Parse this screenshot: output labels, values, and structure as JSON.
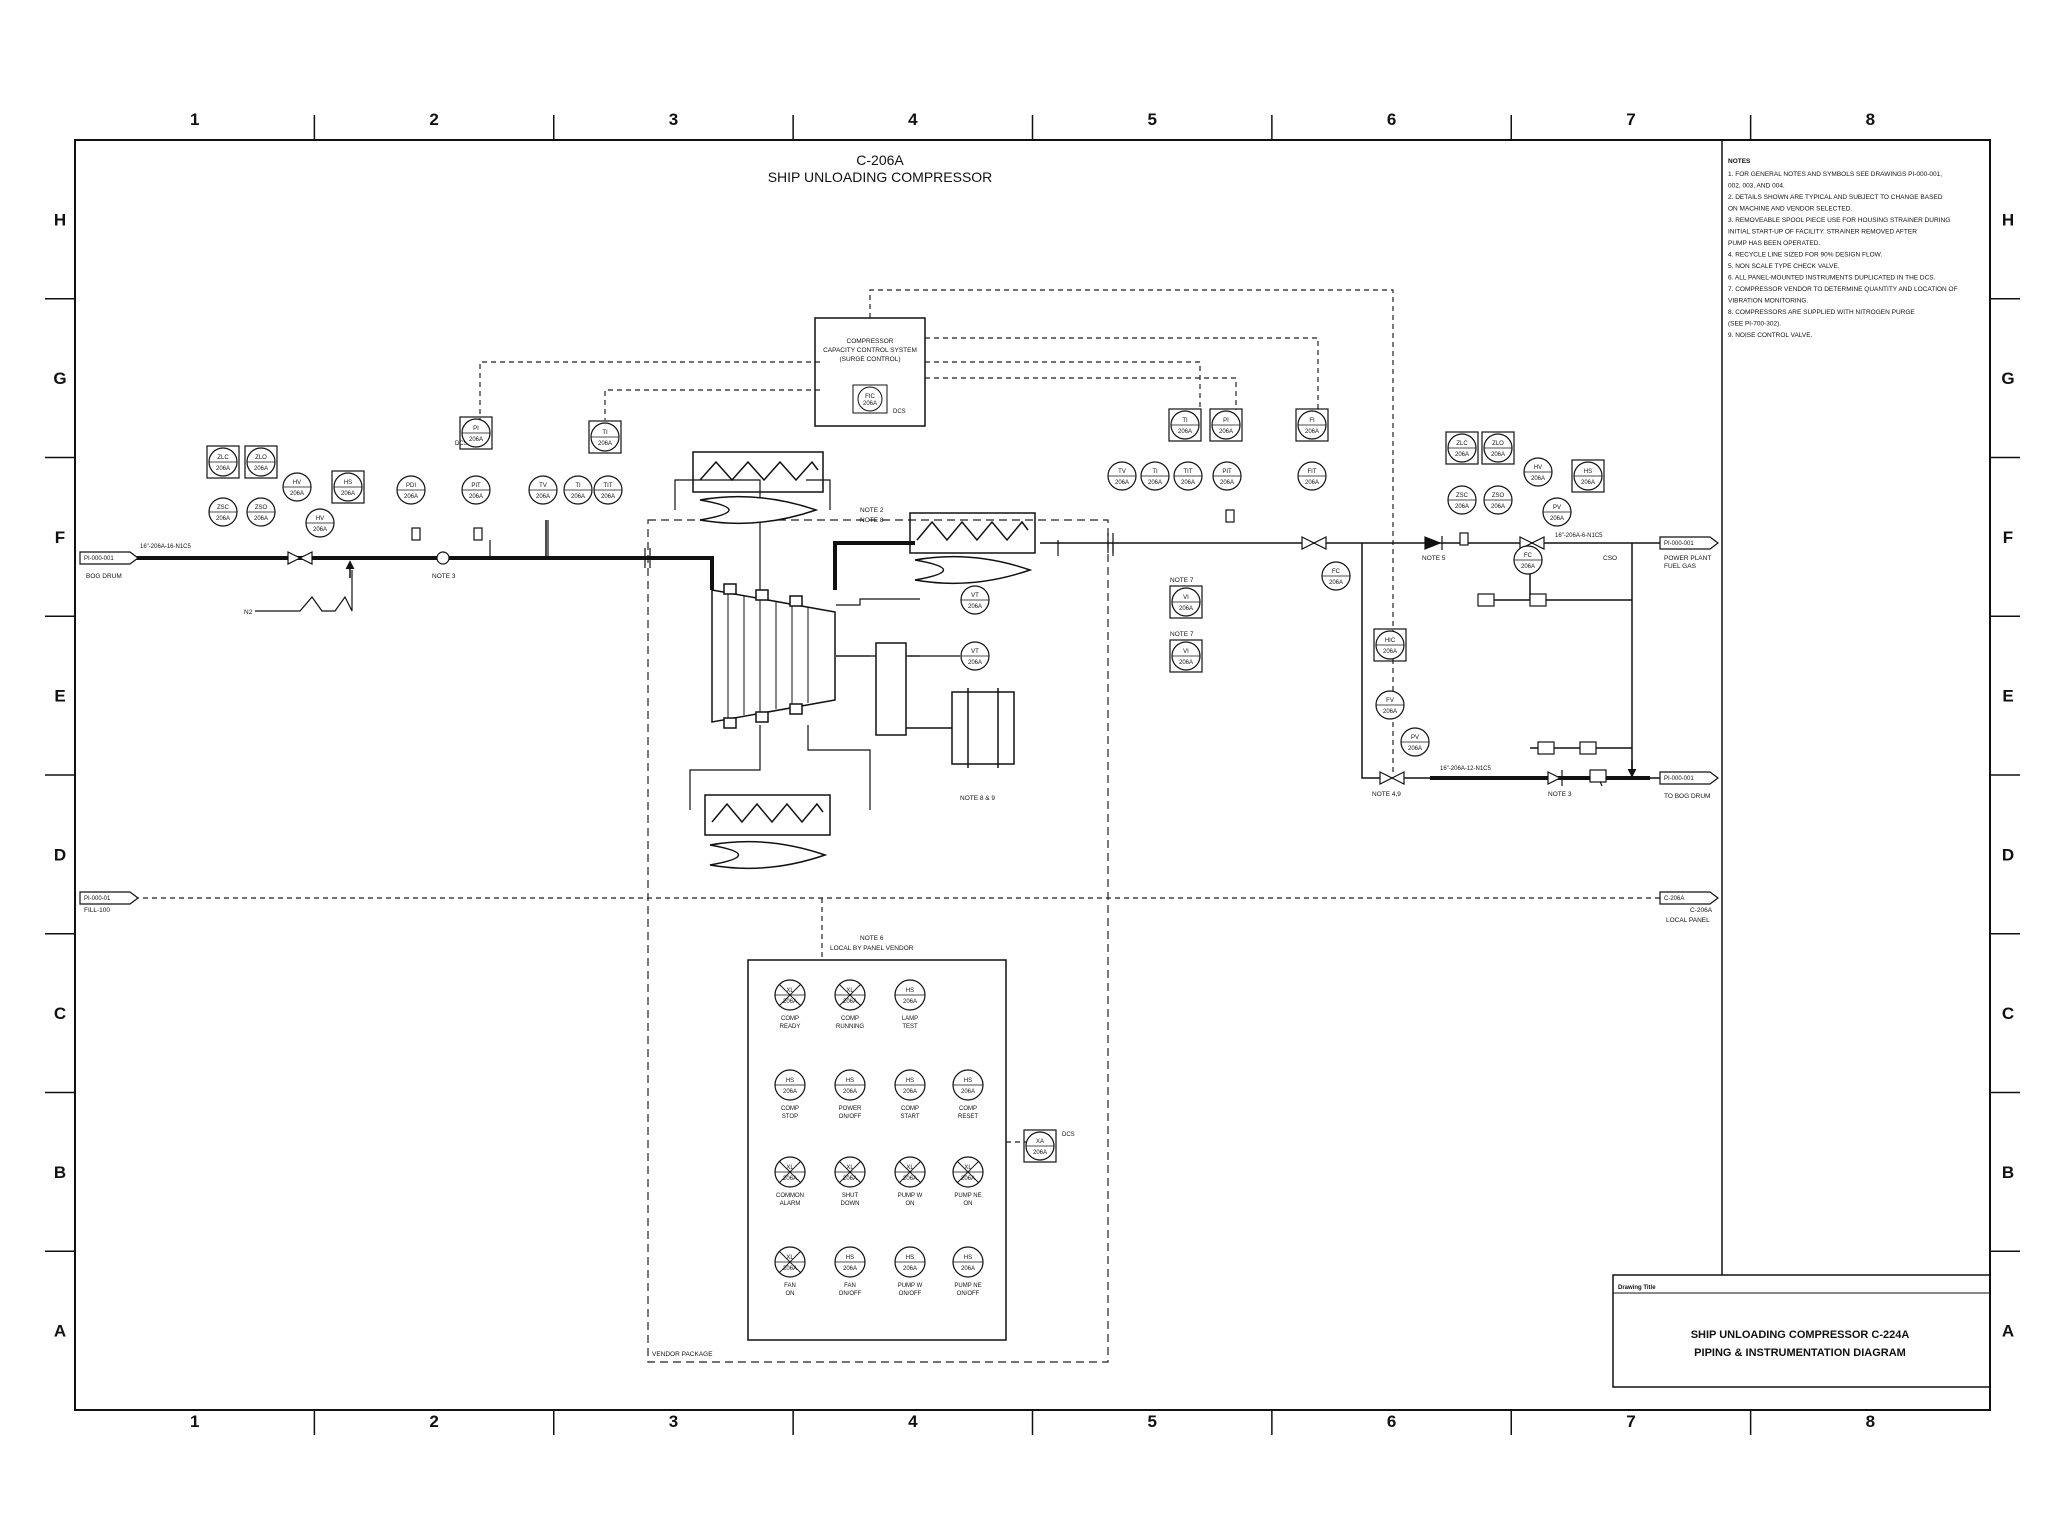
{
  "drawing": {
    "title_line1": "C-206A",
    "title_line2": "SHIP UNLOADING COMPRESSOR"
  },
  "grid": {
    "columns": [
      "1",
      "2",
      "3",
      "4",
      "5",
      "6",
      "7",
      "8"
    ],
    "rows": [
      "H",
      "G",
      "F",
      "E",
      "D",
      "C",
      "B",
      "A"
    ]
  },
  "notes": {
    "header": "NOTES",
    "items": [
      "1. FOR GENERAL NOTES AND SYMBOLS SEE DRAWINGS PI-000-001,",
      "   002, 003, AND 004.",
      "2. DETAILS SHOWN ARE TYPICAL AND SUBJECT TO CHANGE BASED",
      "   ON MACHINE AND VENDOR SELECTED.",
      "3. REMOVEABLE SPOOL PIECE USE FOR HOUSING STRAINER DURING",
      "   INITIAL START-UP OF FACILITY. STRAINER REMOVED AFTER",
      "   PUMP HAS BEEN OPERATED.",
      "4. RECYCLE LINE SIZED FOR 90% DESIGN FLOW.",
      "5. NON SCALE TYPE CHECK VALVE.",
      "6. ALL PANEL-MOUNTED INSTRUMENTS DUPLICATED IN THE DCS.",
      "7. COMPRESSOR VENDOR TO DETERMINE QUANTITY AND LOCATION OF",
      "   VIBRATION MONITORING.",
      "8. COMPRESSORS ARE SUPPLIED WITH NITROGEN PURGE",
      "   (SEE PI-700-302).",
      "9. NOISE CONTROL VALVE."
    ]
  },
  "control_system": {
    "line1": "COMPRESSOR",
    "line2": "CAPACITY CONTROL SYSTEM",
    "line3": "(SURGE CONTROL)",
    "ctrl_tag": "FIC",
    "ctrl_num": "206A",
    "side_label": "DCS"
  },
  "offpage": {
    "bog_in_tag": "PI-000-001",
    "bog_in_label": "BOG DRUM",
    "bog_in_line": "16\"-206A-16-N1C5",
    "fuel_tag": "PI-000-001",
    "fuel_label_1": "POWER PLANT",
    "fuel_label_2": "FUEL GAS",
    "fuel_line": "16\"-206A-6-N1C5",
    "drum_tag": "PI-000-001",
    "drum_label": "TO BOG DRUM",
    "drum_line": "16\"-206A-12-N1C5",
    "fill_tag": "PI-000-01",
    "fill_label": "FILL-100",
    "panel_tag": "C-206A",
    "panel_label_1": "C-206A",
    "panel_label_2": "LOCAL PANEL"
  },
  "instruments": {
    "zlc": "ZLC",
    "zlo": "ZLO",
    "zsc": "ZSC",
    "zso": "ZSO",
    "hv": "HV",
    "hs": "HS",
    "pdi": "PDI",
    "pit": "PIT",
    "pi": "PI",
    "ti": "TI",
    "tit": "TIT",
    "tv": "TV",
    "fi": "FI",
    "fit": "FIT",
    "fc": "FC",
    "pv": "PV",
    "fv": "FV",
    "hic": "HIC",
    "vt": "VT",
    "vi": "VI",
    "tag_num": "206A",
    "n2": "N2"
  },
  "labels": {
    "note2": "NOTE 2",
    "note8": "NOTE 8",
    "note3": "NOTE 3",
    "note5": "NOTE 5",
    "note7": "NOTE 7",
    "note89": "NOTE 8 & 9",
    "note49": "NOTE 4,9",
    "note4_local_1": "NOTE 6",
    "note4_local_2": "LOCAL BY PANEL VENDOR",
    "vendor_package": "VENDOR PACKAGE",
    "cso": "CSO",
    "dcs": "DCS"
  },
  "panel_lamps": [
    {
      "tag": "XL",
      "num": "206A",
      "l1": "COMP",
      "l2": "READY"
    },
    {
      "tag": "XL",
      "num": "206A",
      "l1": "COMP",
      "l2": "RUNNING"
    },
    {
      "tag": "HS",
      "num": "206A",
      "l1": "LAMP",
      "l2": "TEST"
    },
    {
      "tag": "HS",
      "num": "206A",
      "l1": "COMP",
      "l2": "STOP"
    },
    {
      "tag": "HS",
      "num": "206A",
      "l1": "POWER",
      "l2": "ON/OFF"
    },
    {
      "tag": "HS",
      "num": "206A",
      "l1": "COMP",
      "l2": "START"
    },
    {
      "tag": "HS",
      "num": "206A",
      "l1": "COMP",
      "l2": "RESET"
    },
    {
      "tag": "XL",
      "num": "206A",
      "l1": "COMMON",
      "l2": "ALARM"
    },
    {
      "tag": "XL",
      "num": "206A",
      "l1": "SHUT",
      "l2": "DOWN"
    },
    {
      "tag": "XL",
      "num": "206A",
      "l1": "PUMP W",
      "l2": "ON"
    },
    {
      "tag": "XL",
      "num": "206A",
      "l1": "PUMP NE",
      "l2": "ON"
    },
    {
      "tag": "XL",
      "num": "206A",
      "l1": "FAN",
      "l2": "ON"
    },
    {
      "tag": "HS",
      "num": "206A",
      "l1": "FAN",
      "l2": "ON/OFF"
    },
    {
      "tag": "HS",
      "num": "206A",
      "l1": "PUMP W",
      "l2": "ON/OFF"
    },
    {
      "tag": "HS",
      "num": "206A",
      "l1": "PUMP NE",
      "l2": "ON/OFF"
    }
  ],
  "panel_ext": {
    "tag": "XA",
    "num": "206A",
    "side": "DCS"
  },
  "title_block": {
    "header": "Drawing Title",
    "line1": "SHIP UNLOADING COMPRESSOR C-224A",
    "line2": "PIPING & INSTRUMENTATION DIAGRAM"
  }
}
